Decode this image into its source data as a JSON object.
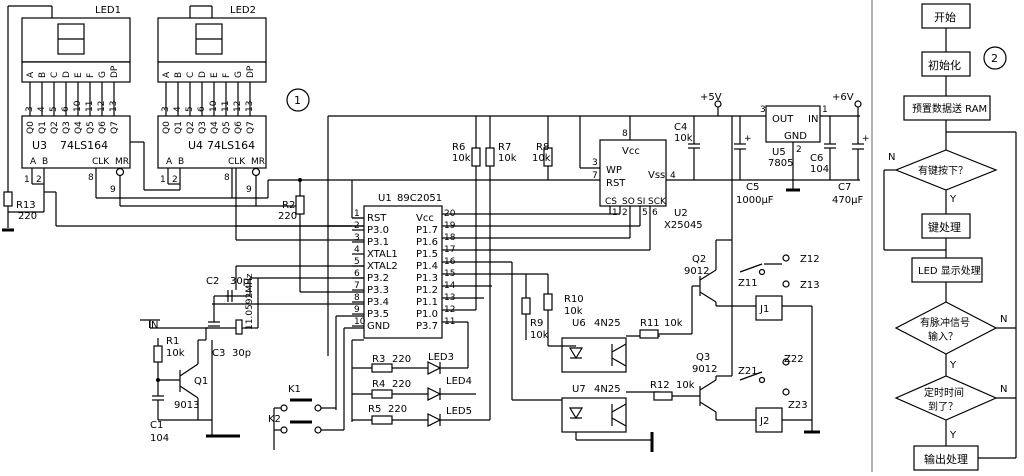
{
  "labels": {
    "led1": "LED1",
    "led2": "LED2",
    "u3": "U3",
    "u3_type": "74LS164",
    "u4": "U4",
    "u4_type": "74LS164",
    "u1": "U1",
    "u1_type": "89C2051",
    "u2": "U2",
    "u2_type": "X25045",
    "u5": "U5",
    "u5_type": "7805",
    "u6": "U6",
    "u6_type": "4N25",
    "u7": "U7",
    "u7_type": "4N25",
    "circle1": "1",
    "circle2": "2",
    "vcc5": "+5V",
    "vcc6": "+6V",
    "in_label": "IN",
    "r13": "R13",
    "r13v": "220",
    "r2": "R2",
    "r2v": "220",
    "r1": "R1",
    "r1v": "10k",
    "r6": "R6",
    "r6v": "10k",
    "r7": "R7",
    "r7v": "10k",
    "r8": "R8",
    "r8v": "10k",
    "r9": "R9",
    "r9v": "10k",
    "r10": "R10",
    "r10v": "10k",
    "r11": "R11",
    "r11v": "10k",
    "r12": "R12",
    "r12v": "10k",
    "r3": "R3",
    "r3v": "220",
    "r4": "R4",
    "r4v": "220",
    "r5": "R5",
    "r5v": "220",
    "c1": "C1",
    "c1v": "104",
    "c2": "C2",
    "c2v": "30p",
    "c3": "C3",
    "c3v": "30p",
    "c4": "C4",
    "c4v": "10k",
    "c5": "C5",
    "c5v": "1000μF",
    "c6": "C6",
    "c6v": "104",
    "c7": "C7",
    "c7v": "470μF",
    "crystal": "11.0592MHz",
    "q1": "Q1",
    "q1v": "9013",
    "q2": "Q2",
    "q2v": "9012",
    "q3": "Q3",
    "q3v": "9012",
    "k1": "K1",
    "k2": "K2",
    "led3": "LED3",
    "led4": "LED4",
    "led5": "LED5",
    "j1": "J1",
    "j2": "J2",
    "z11": "Z11",
    "z12": "Z12",
    "z13": "Z13",
    "z21": "Z21",
    "z22": "Z22",
    "z23": "Z23",
    "u5_out": "OUT",
    "u5_in": "IN",
    "u5_gnd": "GND"
  },
  "seg_pins": [
    "A",
    "B",
    "C",
    "D",
    "E",
    "F",
    "G",
    "DP"
  ],
  "seg_nums": [
    "3",
    "4",
    "5",
    "6",
    "10",
    "11",
    "12",
    "13"
  ],
  "q_names": [
    "Q0",
    "Q1",
    "Q2",
    "Q3",
    "Q4",
    "Q5",
    "Q6",
    "Q7"
  ],
  "u3_inputs": {
    "a": "A",
    "b": "B",
    "clk": "CLK",
    "mr": "MR",
    "p1": "1",
    "p2": "2",
    "p8": "8",
    "p9": "9"
  },
  "u1_left": [
    {
      "num": "1",
      "name": "RST"
    },
    {
      "num": "2",
      "name": "P3.0"
    },
    {
      "num": "3",
      "name": "P3.1"
    },
    {
      "num": "4",
      "name": "XTAL1"
    },
    {
      "num": "5",
      "name": "XTAL2"
    },
    {
      "num": "6",
      "name": "P3.2"
    },
    {
      "num": "7",
      "name": "P3.3"
    },
    {
      "num": "8",
      "name": "P3.4"
    },
    {
      "num": "9",
      "name": "P3.5"
    },
    {
      "num": "10",
      "name": "GND"
    }
  ],
  "u1_right": [
    {
      "num": "20",
      "name": "Vcc"
    },
    {
      "num": "19",
      "name": "P1.7"
    },
    {
      "num": "18",
      "name": "P1.6"
    },
    {
      "num": "17",
      "name": "P1.5"
    },
    {
      "num": "16",
      "name": "P1.4"
    },
    {
      "num": "15",
      "name": "P1.3"
    },
    {
      "num": "14",
      "name": "P1.2"
    },
    {
      "num": "13",
      "name": "P1.1"
    },
    {
      "num": "12",
      "name": "P1.0"
    },
    {
      "num": "11",
      "name": "P3.7"
    }
  ],
  "u2_pins": {
    "vcc": "Vcc",
    "wp": "WP",
    "rst": "RST",
    "vss": "Vss",
    "cs": "CS",
    "so": "SO",
    "si": "SI",
    "sck": "SCK",
    "p8": "8",
    "p3": "3",
    "p7": "7",
    "p4": "4",
    "p1": "1",
    "p2": "2",
    "p5": "5",
    "p6": "6"
  },
  "u5_pins": {
    "p1": "1",
    "p2": "2",
    "p3": "3"
  },
  "flowchart": {
    "start": "开始",
    "init": "初始化",
    "preset": "预置数据送 RAM",
    "key_q": "有键按下？",
    "key_proc": "键处理",
    "led_proc": "LED 显示处理",
    "pulse_q1": "有脉冲信号",
    "pulse_q2": "输入？",
    "timer_q1": "定时时间",
    "timer_q2": "到了？",
    "output": "输出处理",
    "yes": "Y",
    "no": "N"
  }
}
